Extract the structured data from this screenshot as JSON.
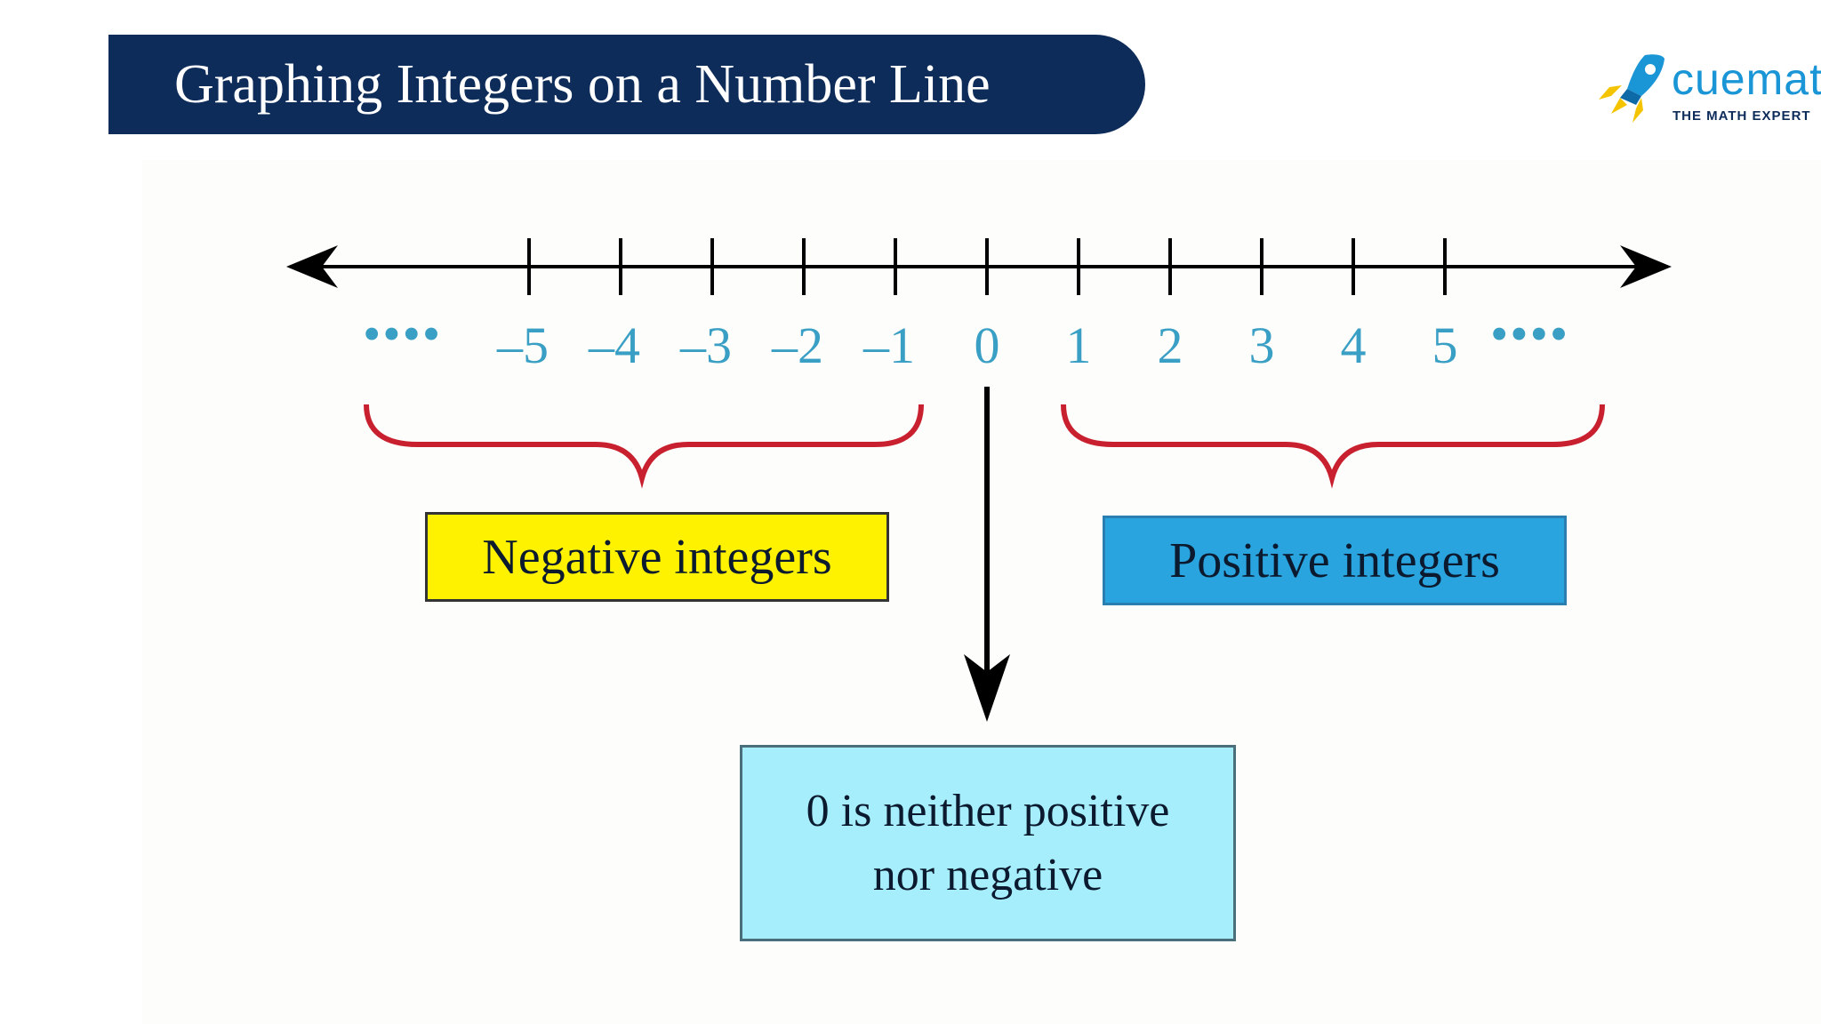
{
  "title": "Graphing Integers on a Number Line",
  "logo": {
    "wordmark": "cuemath",
    "tagline": "THE MATH EXPERT",
    "icon": "rocket-icon"
  },
  "number_line": {
    "ticks": [
      -5,
      -4,
      -3,
      -2,
      -1,
      0,
      1,
      2,
      3,
      4,
      5
    ],
    "tick_labels": [
      "–5",
      "–4",
      "–3",
      "–2",
      "–1",
      "0",
      "1",
      "2",
      "3",
      "4",
      "5"
    ],
    "left_dots": "••••",
    "right_dots": "••••"
  },
  "labels": {
    "negative": "Negative integers",
    "positive": "Positive integers",
    "zero_line1": "0 is neither positive",
    "zero_line2": "nor negative"
  },
  "colors": {
    "banner": "#0e2c5a",
    "tick_label": "#3a9fc4",
    "brace": "#c8202e",
    "negative_box": "#fff200",
    "positive_box": "#2aa4de",
    "zero_box": "#a6eefb"
  }
}
